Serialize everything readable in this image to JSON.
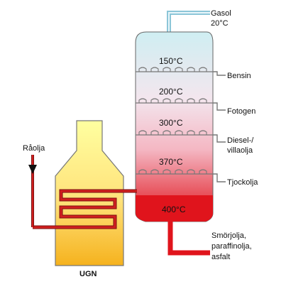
{
  "furnace": {
    "label": "UGN",
    "input_label": "Råolja",
    "color_top": "#ffffa0",
    "color_bottom": "#f5b21e",
    "coil_color": "#d21f1f"
  },
  "column": {
    "color_top": "#cfeef2",
    "color_bottom": "#e0141c",
    "pipe_top_color": "#8cc6d8",
    "trays": [
      {
        "temp": "150°C"
      },
      {
        "temp": "200°C"
      },
      {
        "temp": "300°C"
      },
      {
        "temp": "370°C"
      },
      {
        "temp": "400°C"
      }
    ]
  },
  "products": {
    "gas": {
      "line1": "Gasol",
      "line2": "20°C"
    },
    "bensin": "Bensin",
    "fotogen": "Fotogen",
    "diesel": {
      "line1": "Diesel-/",
      "line2": "villaolja"
    },
    "tjockolja": "Tjockolja",
    "residue": {
      "line1": "Smörjolja,",
      "line2": "paraffinolja,",
      "line3": "asfalt"
    }
  }
}
